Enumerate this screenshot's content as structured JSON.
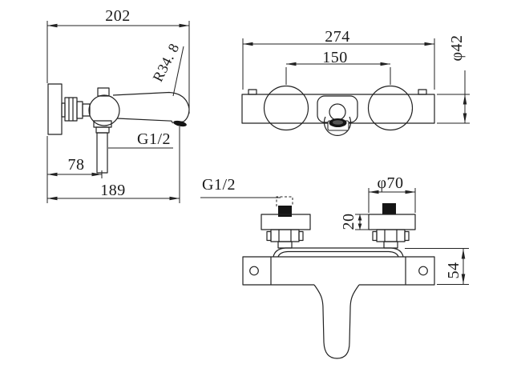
{
  "labels": {
    "side": {
      "overall_width": "202",
      "spout_radius": "R34. 8",
      "outlet_thread": "G1/2",
      "outlet_offset": "78",
      "reach": "189"
    },
    "front": {
      "overall_width": "274",
      "inlet_spacing": "150",
      "body_diameter": "φ42"
    },
    "top": {
      "inlet_thread": "G1/2",
      "flange_diameter": "φ70",
      "flange_height": "20",
      "body_depth": "54"
    }
  },
  "colors": {
    "background": "#ffffff",
    "line": "#222222",
    "solid_fill": "#151515"
  }
}
